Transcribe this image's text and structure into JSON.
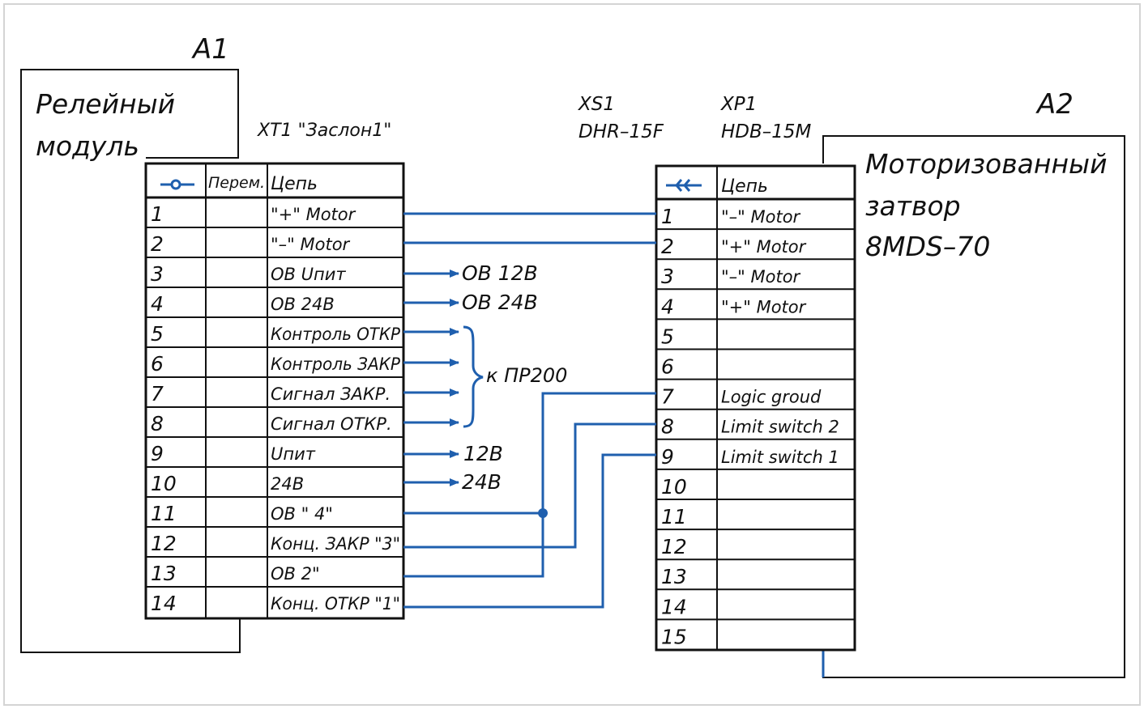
{
  "colors": {
    "wire": "#1f5fae",
    "ink": "#111111",
    "frame": "#d4d4d4"
  },
  "a1": {
    "designator": "A1",
    "title_line1": "Релейный",
    "title_line2": "модуль"
  },
  "xt1": {
    "label": "XT1 \"Заслон1\"",
    "header_icon": "terminal-icon",
    "col_perem": "Перем.",
    "col_chain": "Цепь",
    "rows": [
      {
        "num": "1",
        "chain": "\"+\" Motor"
      },
      {
        "num": "2",
        "chain": "\"–\" Motor"
      },
      {
        "num": "3",
        "chain": "OB Uпит"
      },
      {
        "num": "4",
        "chain": "OB 24B"
      },
      {
        "num": "5",
        "chain": "Контроль ОТКР"
      },
      {
        "num": "6",
        "chain": "Контроль ЗАКР"
      },
      {
        "num": "7",
        "chain": "Сигнал ЗАКР."
      },
      {
        "num": "8",
        "chain": "Сигнал ОТКР."
      },
      {
        "num": "9",
        "chain": "Uпит"
      },
      {
        "num": "10",
        "chain": "24B"
      },
      {
        "num": "11",
        "chain": "OB      \" 4\""
      },
      {
        "num": "12",
        "chain": "Конц. ЗАКР  \"3\""
      },
      {
        "num": "13",
        "chain": "OB          2\""
      },
      {
        "num": "14",
        "chain": "Конц. ОТКР \"1\""
      }
    ]
  },
  "xs1": {
    "label": "XS1",
    "type": "DHR–15F"
  },
  "xp1": {
    "label": "XP1",
    "type": "HDB–15M",
    "header_icon": "plug-connector-icon",
    "col_chain": "Цепь",
    "rows": [
      {
        "num": "1",
        "chain": "\"–\" Motor"
      },
      {
        "num": "2",
        "chain": "\"+\" Motor"
      },
      {
        "num": "3",
        "chain": "\"–\" Motor"
      },
      {
        "num": "4",
        "chain": "\"+\" Motor"
      },
      {
        "num": "5",
        "chain": ""
      },
      {
        "num": "6",
        "chain": ""
      },
      {
        "num": "7",
        "chain": "Logic groud"
      },
      {
        "num": "8",
        "chain": "Limit switch 2"
      },
      {
        "num": "9",
        "chain": "Limit switch 1"
      },
      {
        "num": "10",
        "chain": ""
      },
      {
        "num": "11",
        "chain": ""
      },
      {
        "num": "12",
        "chain": ""
      },
      {
        "num": "13",
        "chain": ""
      },
      {
        "num": "14",
        "chain": ""
      },
      {
        "num": "15",
        "chain": ""
      }
    ]
  },
  "a2": {
    "designator": "A2",
    "title_line1": "Моторизованный",
    "title_line2": "затвор",
    "title_line3": "8MDS–70"
  },
  "outputs": {
    "row3": "OB 12B",
    "row4": "OB 24B",
    "row9": "12B",
    "row10": "24B",
    "group": "к ПР200"
  }
}
